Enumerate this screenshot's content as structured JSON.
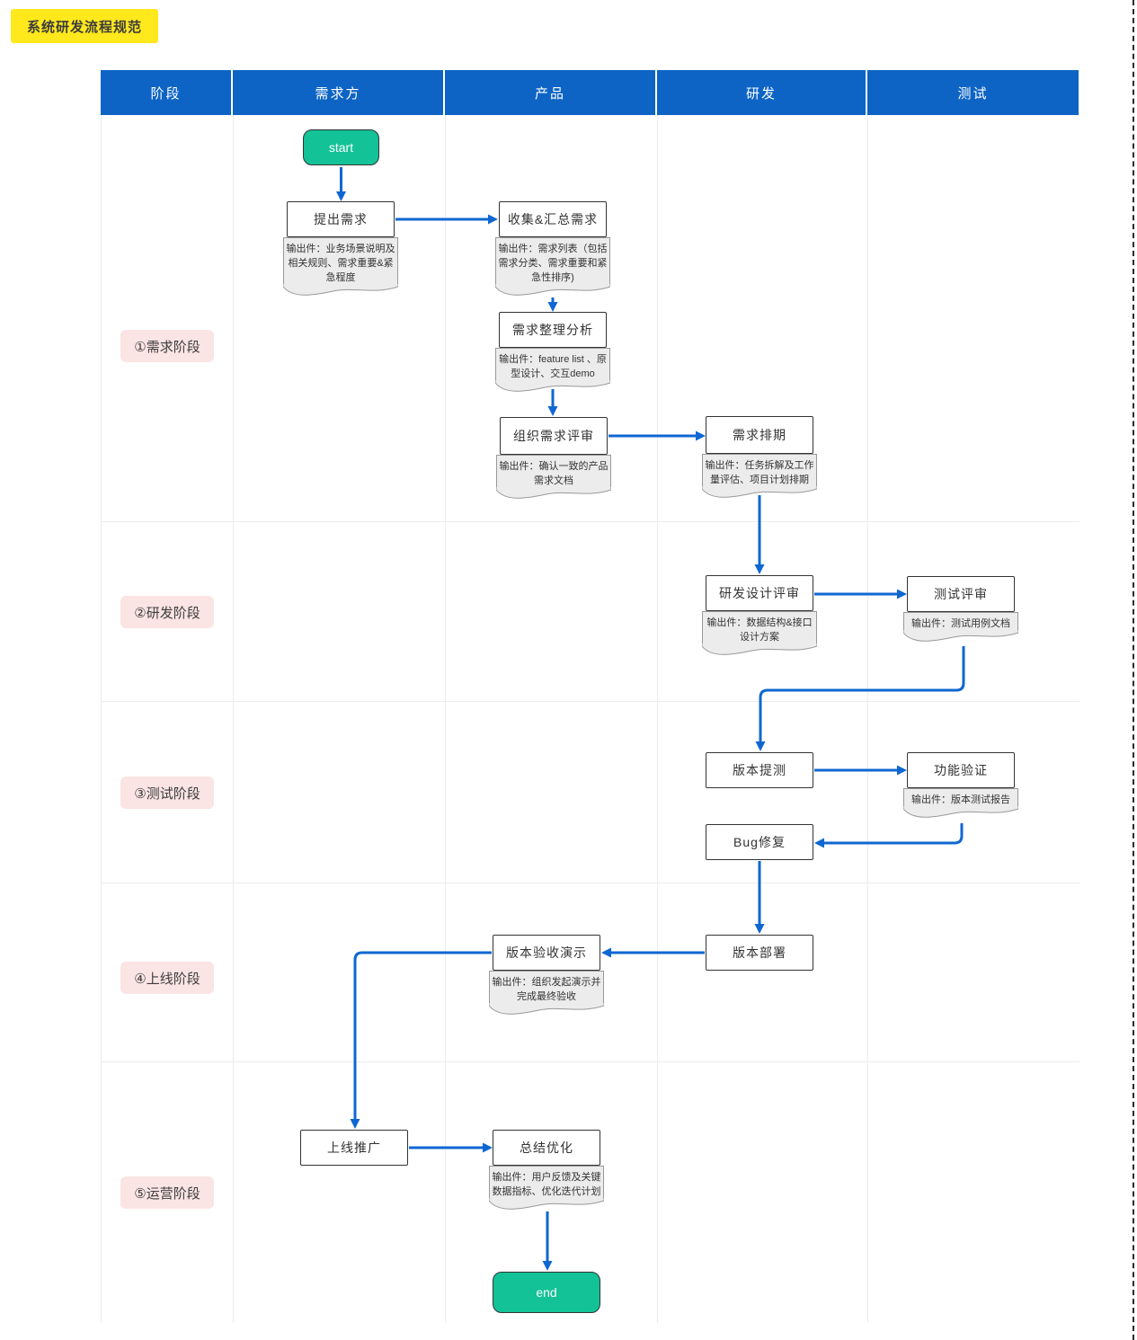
{
  "title": "系统研发流程规范",
  "columns": [
    "阶段",
    "需求方",
    "产品",
    "研发",
    "测试"
  ],
  "phases": [
    "①需求阶段",
    "②研发阶段",
    "③测试阶段",
    "④上线阶段",
    "⑤运营阶段"
  ],
  "nodes": {
    "start": {
      "label": "start"
    },
    "raise_requirement": {
      "label": "提出需求",
      "note": "输出件：业务场景说明及相关规则、需求重要&紧急程度"
    },
    "collect_requirements": {
      "label": "收集&汇总需求",
      "note": "输出件：需求列表（包括需求分类、需求重要和紧急性排序)"
    },
    "analyze_requirements": {
      "label": "需求整理分析",
      "note": "输出件：feature list 、原型设计、交互demo"
    },
    "requirement_review": {
      "label": "组织需求评审",
      "note": "输出件：确认一致的产品需求文档"
    },
    "requirement_schedule": {
      "label": "需求排期",
      "note": "输出件：任务拆解及工作量评估、项目计划排期"
    },
    "dev_design_review": {
      "label": "研发设计评审",
      "note": "输出件：数据结构&接口设计方案"
    },
    "test_review": {
      "label": "测试评审",
      "note": "输出件：测试用例文档"
    },
    "version_submit": {
      "label": "版本提测"
    },
    "function_verify": {
      "label": "功能验证",
      "note": "输出件：版本测试报告"
    },
    "bug_fix": {
      "label": "Bug修复"
    },
    "version_deploy": {
      "label": "版本部署"
    },
    "acceptance_demo": {
      "label": "版本验收演示",
      "note": "输出件：组织发起演示并完成最终验收"
    },
    "launch_promotion": {
      "label": "上线推广"
    },
    "summary_optimize": {
      "label": "总结优化",
      "note": "输出件：用户反馈及关键数据指标、优化迭代计划"
    },
    "end": {
      "label": "end"
    }
  },
  "colors": {
    "header_bg": "#0D64C4",
    "arrow": "#0F67D2",
    "terminal_bg": "#13C296",
    "phase_label_bg": "#FBE4E4",
    "note_bg": "#ECECEC",
    "title_bg": "#FFE81C"
  }
}
